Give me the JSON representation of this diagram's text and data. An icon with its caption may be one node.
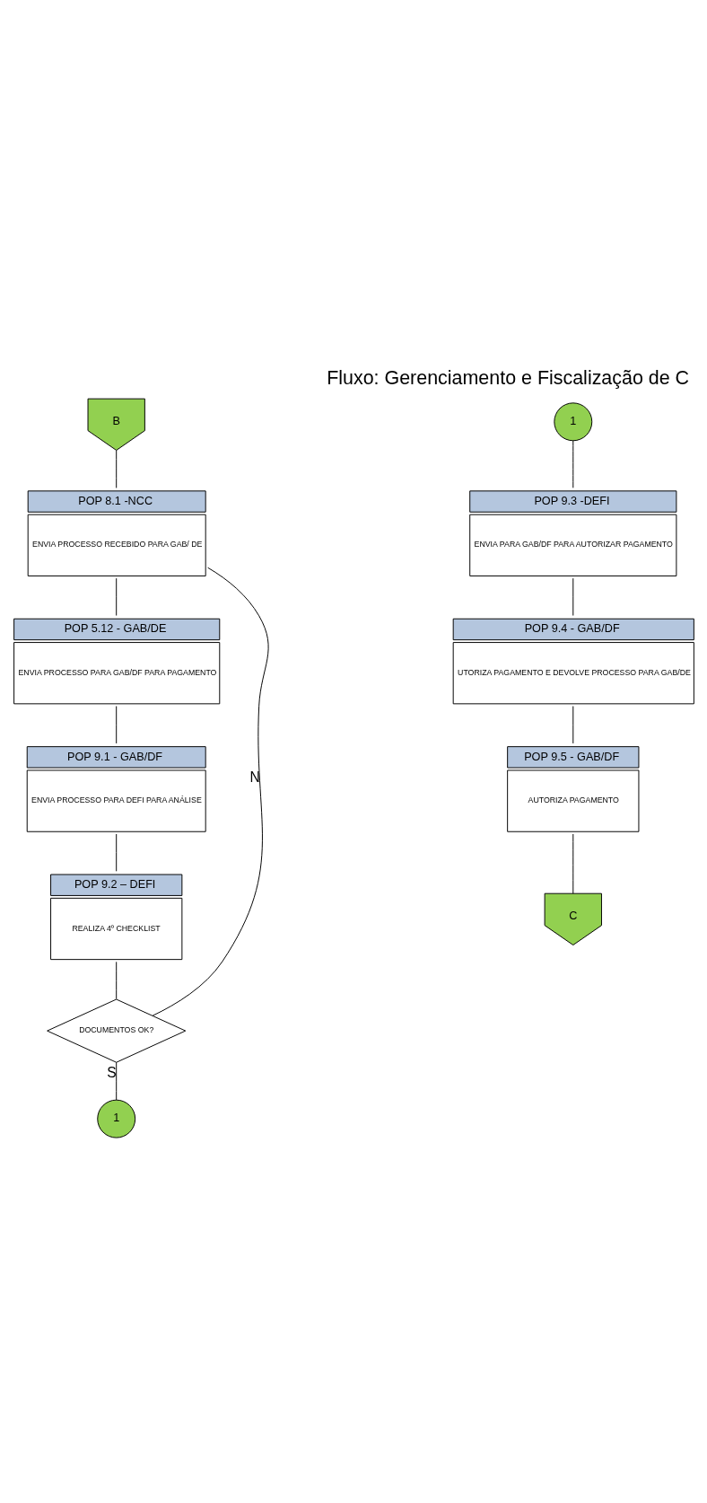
{
  "diagram": {
    "title": "Fluxo: Gerenciamento e Fiscalização de C",
    "nodes": [
      {
        "text": [
          "B"
        ]
      },
      {
        "text": [
          "POP 8.1 -NCC",
          "ENVIA PROCESSO RECEBIDO PARA GAB/ DE"
        ]
      },
      {
        "text": [
          "POP 5.12 - GAB/DE",
          "ENVIA PROCESSO PARA GAB/DF PARA PAGAMENTO"
        ]
      },
      {
        "text": [
          "POP 9.1 - GAB/DF",
          "ENVIA PROCESSO PARA DEFI PARA ANÁLISE"
        ]
      },
      {
        "text": [
          "POP 9.2 – DEFI",
          "REALIZA 4º CHECKLIST"
        ]
      },
      {
        "text": [
          "DOCUMENTOS OK?"
        ]
      },
      {
        "text": [
          "1"
        ]
      },
      {
        "text": [
          "1"
        ]
      },
      {
        "text": [
          "POP 9.3 -DEFI",
          "ENVIA PARA GAB/DF PARA AUTORIZAR PAGAMENTO"
        ]
      },
      {
        "text": [
          "POP 9.4 - GAB/DF",
          "UTORIZA PAGAMENTO E DEVOLVE PROCESSO PARA GAB/DE"
        ]
      },
      {
        "text": [
          "POP 9.5 - GAB/DF",
          "AUTORIZA PAGAMENTO"
        ]
      },
      {
        "text": [
          "C"
        ]
      }
    ],
    "edges": [
      {
        "from": 0,
        "to": 1,
        "arrow": "none"
      },
      {
        "from": 1,
        "to": 2,
        "arrow": "none"
      },
      {
        "from": 2,
        "to": 3,
        "arrow": "none"
      },
      {
        "from": 3,
        "to": 4,
        "arrow": "none"
      },
      {
        "from": 4,
        "to": 5,
        "arrow": "none"
      },
      {
        "from": 5,
        "to": 1,
        "arrow": "none",
        "label": "N"
      },
      {
        "from": 5,
        "to": 6,
        "arrow": "none",
        "label": "S"
      },
      {
        "from": 7,
        "to": 8,
        "arrow": "none"
      },
      {
        "from": 8,
        "to": 9,
        "arrow": "none"
      },
      {
        "from": 9,
        "to": 10,
        "arrow": "none"
      },
      {
        "from": 10,
        "to": 11,
        "arrow": "none"
      }
    ]
  }
}
